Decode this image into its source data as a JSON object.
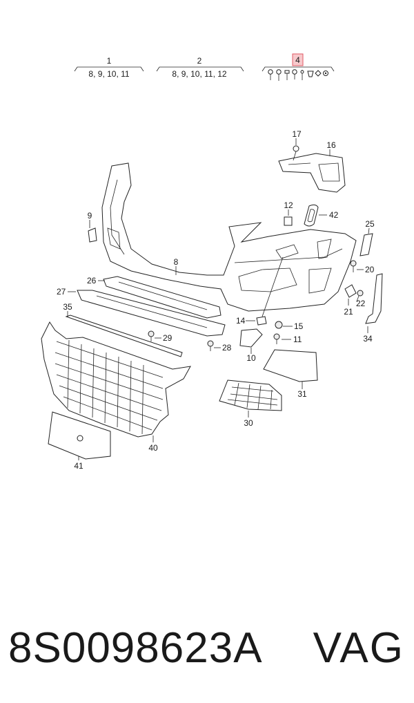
{
  "groups": [
    {
      "number": "1",
      "refs": "8, 9, 10, 11"
    },
    {
      "number": "2",
      "refs": "8, 9, 10, 11, 12"
    },
    {
      "number": "4",
      "refs": ""
    }
  ],
  "highlight_color": "#e05a66",
  "callouts": {
    "c8": "8",
    "c9": "9",
    "c10": "10",
    "c11": "11",
    "c12": "12",
    "c14": "14",
    "c15": "15",
    "c16": "16",
    "c17": "17",
    "c20": "20",
    "c21": "21",
    "c22": "22",
    "c25": "25",
    "c26": "26",
    "c27": "27",
    "c28": "28",
    "c29": "29",
    "c30": "30",
    "c31": "31",
    "c34": "34",
    "c35": "35",
    "c40": "40",
    "c41": "41",
    "c42": "42"
  },
  "footer": {
    "part_number": "8S0098623A",
    "brand": "VAG"
  }
}
